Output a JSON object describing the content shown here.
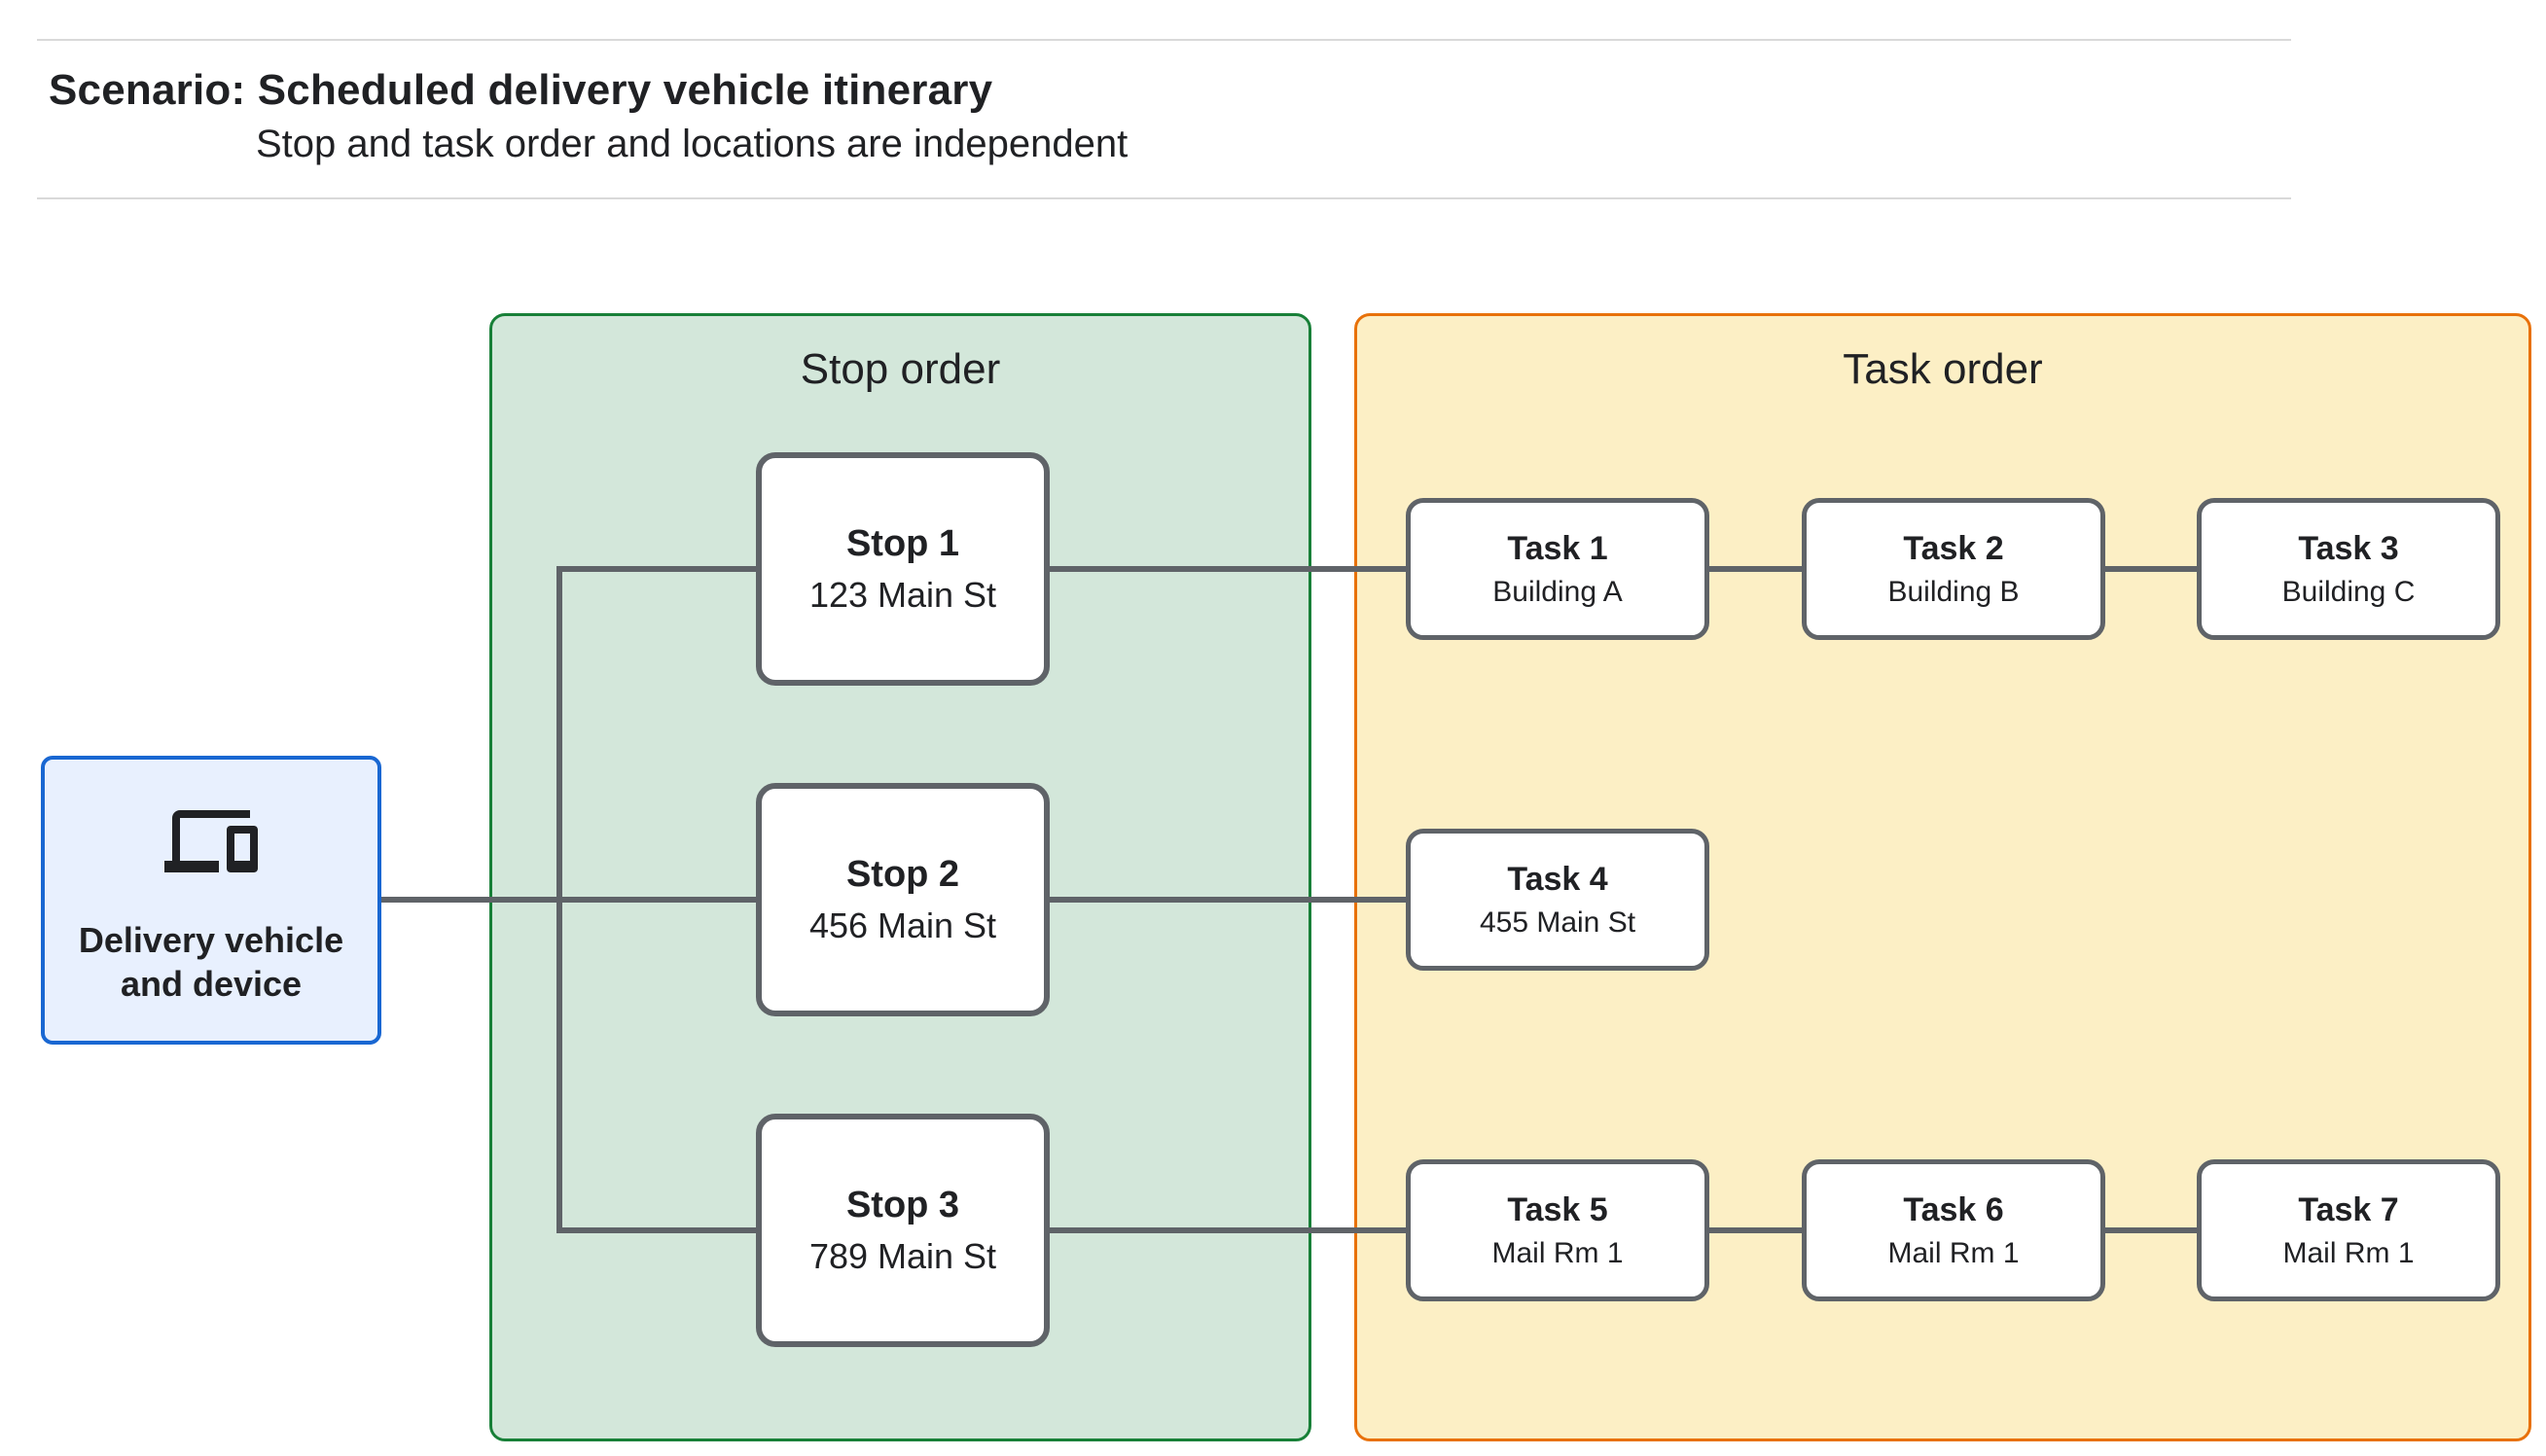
{
  "header": {
    "title": "Scenario: Scheduled delivery vehicle itinerary",
    "subtitle": "Stop and task order and locations are independent"
  },
  "device": {
    "label": "Delivery vehicle and device",
    "icon": "devices-icon"
  },
  "stop_panel": {
    "title": "Stop order",
    "stops": [
      {
        "name": "Stop 1",
        "address": "123 Main St"
      },
      {
        "name": "Stop 2",
        "address": "456 Main St"
      },
      {
        "name": "Stop 3",
        "address": "789 Main St"
      }
    ]
  },
  "task_panel": {
    "title": "Task order",
    "tasks": [
      {
        "name": "Task 1",
        "location": "Building A"
      },
      {
        "name": "Task 2",
        "location": "Building B"
      },
      {
        "name": "Task 3",
        "location": "Building C"
      },
      {
        "name": "Task 4",
        "location": "455 Main St"
      },
      {
        "name": "Task 5",
        "location": "Mail Rm 1"
      },
      {
        "name": "Task 6",
        "location": "Mail Rm 1"
      },
      {
        "name": "Task 7",
        "location": "Mail Rm 1"
      }
    ]
  },
  "colors": {
    "device_fill": "#E8F0FE",
    "device_border": "#1967D2",
    "stop_panel_fill": "#D3E7DA",
    "stop_panel_border": "#188038",
    "task_panel_fill": "#FCEFC5",
    "task_panel_border": "#E8710A",
    "node_border": "#5F6368",
    "connector": "#5F6368",
    "divider": "#D9D9D9",
    "text": "#202124"
  }
}
